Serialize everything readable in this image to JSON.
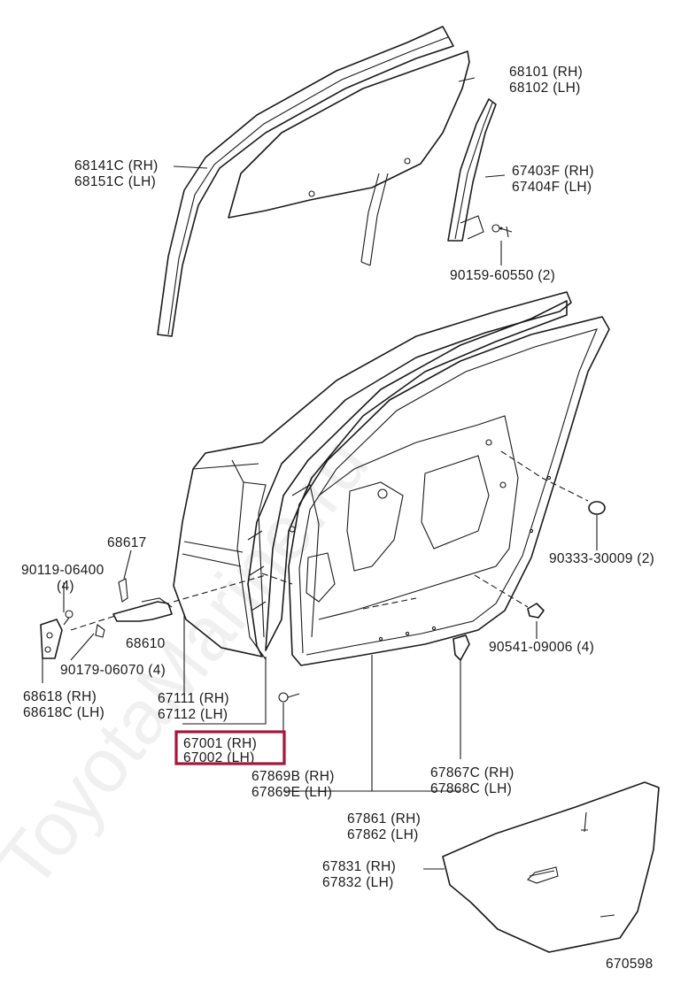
{
  "diagram_id": "670598",
  "watermark": "ToyotaMarine.ru",
  "highlight_color": "#a3173a",
  "parts": [
    {
      "key": "glass",
      "lines": [
        "68101 (RH)",
        "68102 (LH)"
      ]
    },
    {
      "key": "run_channel",
      "lines": [
        "68141C (RH)",
        "68151C (LH)"
      ]
    },
    {
      "key": "rear_channel",
      "lines": [
        "67403F (RH)",
        "67404F (LH)"
      ]
    },
    {
      "key": "bolt_60550",
      "lines": [
        "90159-60550 (2)"
      ]
    },
    {
      "key": "plug",
      "lines": [
        "90333-30009 (2)"
      ]
    },
    {
      "key": "check",
      "lines": [
        "68617"
      ]
    },
    {
      "key": "bolt_06400",
      "lines": [
        "90119-06400",
        "(4)"
      ]
    },
    {
      "key": "check_assy",
      "lines": [
        "68610"
      ]
    },
    {
      "key": "clip_09006",
      "lines": [
        "90541-09006 (4)"
      ]
    },
    {
      "key": "bolt_06070",
      "lines": [
        "90179-06070 (4)"
      ]
    },
    {
      "key": "hinge",
      "lines": [
        "68618  (RH)",
        "68618C (LH)"
      ]
    },
    {
      "key": "door_panel_sub",
      "lines": [
        "67111 (RH)",
        "67112 (LH)"
      ]
    },
    {
      "key": "door_panel",
      "lines": [
        "67001 (RH)",
        "67002 (LH)"
      ]
    },
    {
      "key": "weatherstrip_clip",
      "lines": [
        "67869B (RH)",
        "67869E (LH)"
      ]
    },
    {
      "key": "weatherstrip_clip2",
      "lines": [
        "67867C (RH)",
        "67868C (LH)"
      ]
    },
    {
      "key": "weatherstrip",
      "lines": [
        "67861 (RH)",
        "67862 (LH)"
      ]
    },
    {
      "key": "service_hole_cover",
      "lines": [
        "67831 (RH)",
        "67832 (LH)"
      ]
    }
  ]
}
